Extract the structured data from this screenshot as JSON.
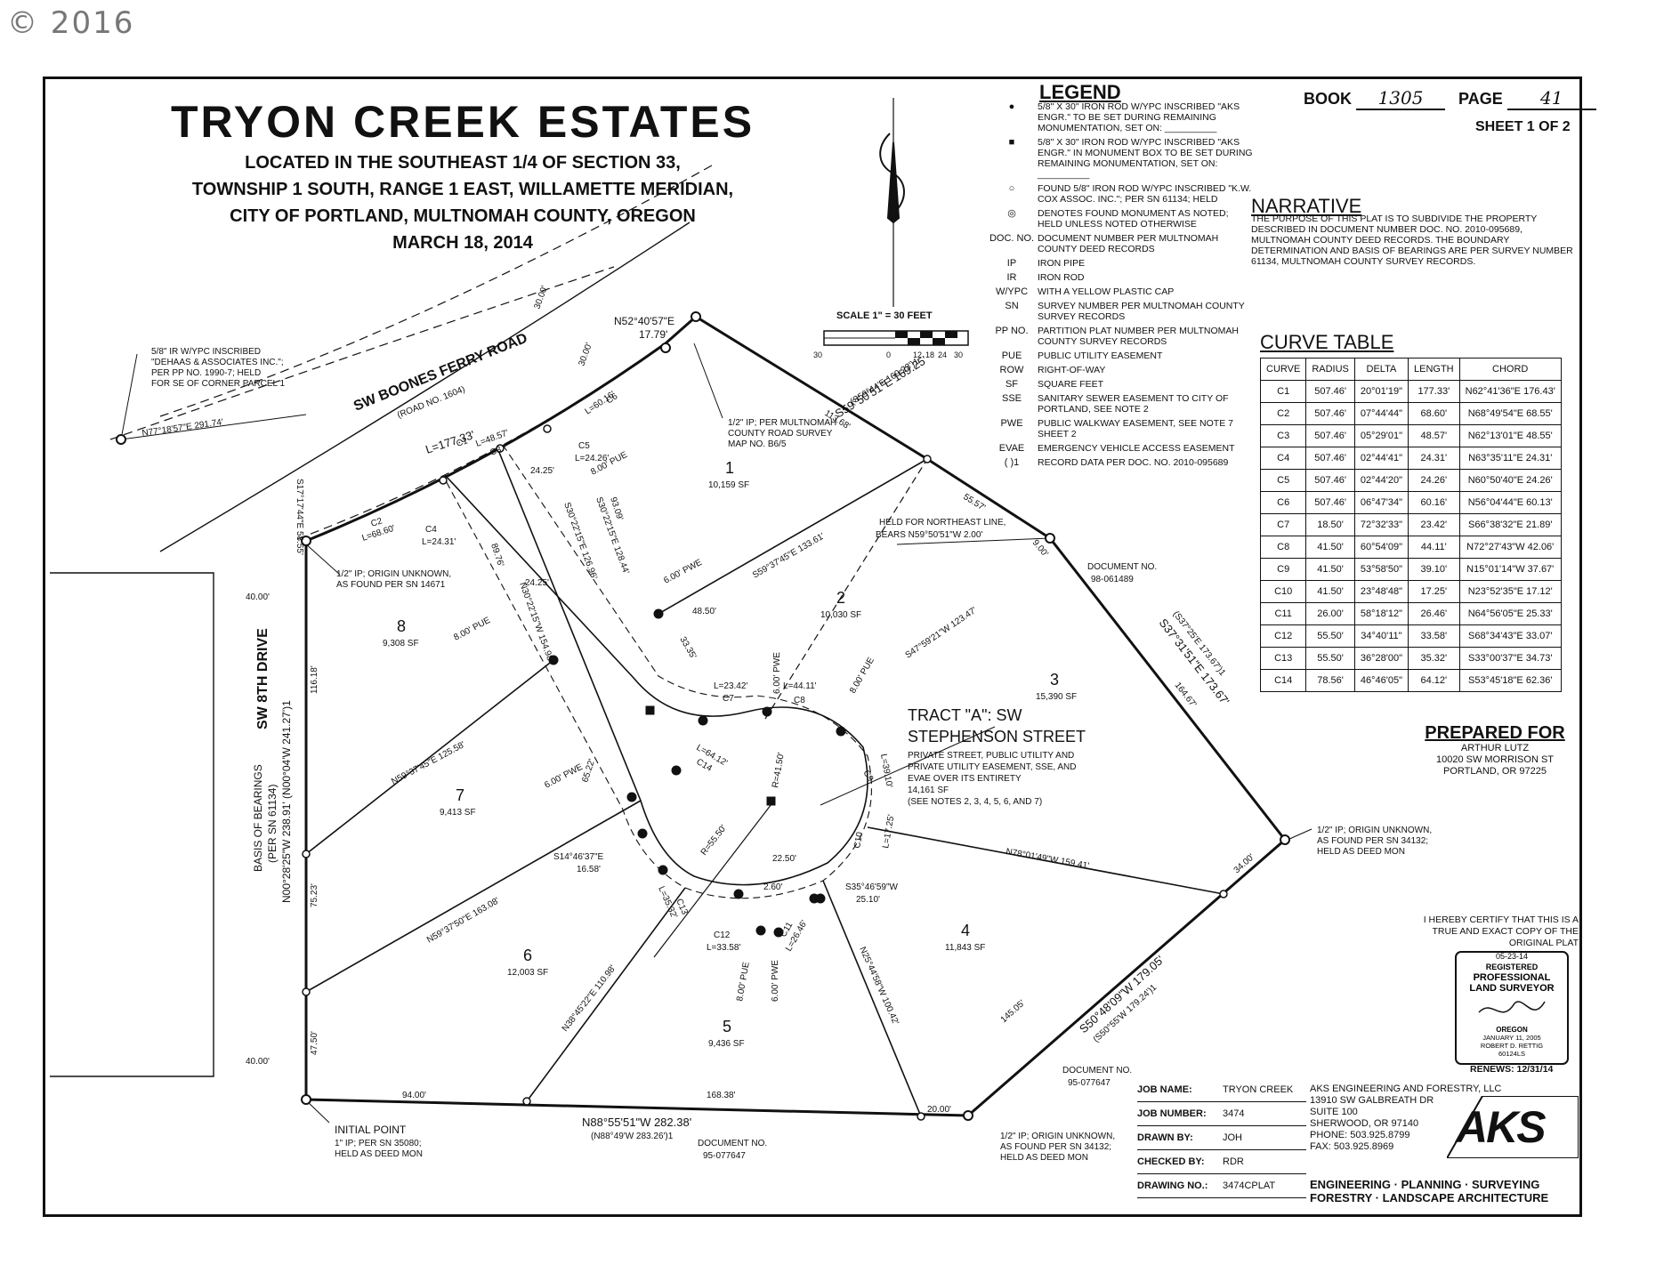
{
  "copyright": "© 2016",
  "title": {
    "main": "TRYON CREEK ESTATES",
    "line1": "LOCATED IN THE SOUTHEAST 1/4 OF SECTION 33,",
    "line2": "TOWNSHIP 1 SOUTH, RANGE 1 EAST, WILLAMETTE MERIDIAN,",
    "line3": "CITY OF PORTLAND, MULTNOMAH COUNTY, OREGON",
    "date": "MARCH 18, 2014"
  },
  "book": {
    "book_label": "BOOK",
    "book_value": "1305",
    "page_label": "PAGE",
    "page_value": "41",
    "sheet": "SHEET 1 OF 2"
  },
  "scale": {
    "label": "SCALE 1\" = 30 FEET",
    "ticks": [
      "30",
      "0",
      "12",
      "18",
      "24",
      "30"
    ]
  },
  "legend": {
    "title": "LEGEND",
    "items": [
      {
        "sym": "●",
        "desc": "5/8\" X 30\" IRON ROD W/YPC INSCRIBED \"AKS ENGR.\" TO BE SET DURING REMAINING MONUMENTATION, SET ON: __________"
      },
      {
        "sym": "■",
        "desc": "5/8\" X 30\" IRON ROD W/YPC INSCRIBED \"AKS ENGR.\" IN MONUMENT BOX TO BE SET DURING REMAINING MONUMENTATION, SET ON: __________"
      },
      {
        "sym": "○",
        "desc": "FOUND 5/8\" IRON ROD W/YPC INSCRIBED \"K.W. COX ASSOC. INC.\"; PER SN 61134; HELD"
      },
      {
        "sym": "◎",
        "desc": "DENOTES FOUND MONUMENT AS NOTED; HELD UNLESS NOTED OTHERWISE"
      },
      {
        "sym": "DOC. NO.",
        "desc": "DOCUMENT NUMBER PER MULTNOMAH COUNTY DEED RECORDS"
      },
      {
        "sym": "IP",
        "desc": "IRON PIPE"
      },
      {
        "sym": "IR",
        "desc": "IRON ROD"
      },
      {
        "sym": "W/YPC",
        "desc": "WITH A YELLOW PLASTIC CAP"
      },
      {
        "sym": "SN",
        "desc": "SURVEY NUMBER PER MULTNOMAH COUNTY SURVEY RECORDS"
      },
      {
        "sym": "PP NO.",
        "desc": "PARTITION PLAT NUMBER PER MULTNOMAH COUNTY SURVEY RECORDS"
      },
      {
        "sym": "PUE",
        "desc": "PUBLIC UTILITY EASEMENT"
      },
      {
        "sym": "ROW",
        "desc": "RIGHT-OF-WAY"
      },
      {
        "sym": "SF",
        "desc": "SQUARE FEET"
      },
      {
        "sym": "SSE",
        "desc": "SANITARY SEWER EASEMENT TO CITY OF PORTLAND, SEE NOTE 2"
      },
      {
        "sym": "PWE",
        "desc": "PUBLIC WALKWAY EASEMENT, SEE NOTE 7 SHEET 2"
      },
      {
        "sym": "EVAE",
        "desc": "EMERGENCY VEHICLE ACCESS EASEMENT"
      },
      {
        "sym": "( )1",
        "desc": "RECORD DATA PER DOC. NO. 2010-095689"
      }
    ]
  },
  "narrative": {
    "title": "NARRATIVE",
    "text": "THE PURPOSE OF THIS PLAT IS TO SUBDIVIDE THE PROPERTY DESCRIBED IN DOCUMENT NUMBER DOC. NO. 2010-095689, MULTNOMAH COUNTY DEED RECORDS. THE BOUNDARY DETERMINATION AND BASIS OF BEARINGS ARE PER SURVEY NUMBER 61134, MULTNOMAH COUNTY SURVEY RECORDS."
  },
  "curve_table": {
    "title": "CURVE TABLE",
    "headers": [
      "CURVE",
      "RADIUS",
      "DELTA",
      "LENGTH",
      "CHORD"
    ],
    "rows": [
      [
        "C1",
        "507.46'",
        "20°01'19\"",
        "177.33'",
        "N62°41'36\"E 176.43'"
      ],
      [
        "C2",
        "507.46'",
        "07°44'44\"",
        "68.60'",
        "N68°49'54\"E 68.55'"
      ],
      [
        "C3",
        "507.46'",
        "05°29'01\"",
        "48.57'",
        "N62°13'01\"E 48.55'"
      ],
      [
        "C4",
        "507.46'",
        "02°44'41\"",
        "24.31'",
        "N63°35'11\"E 24.31'"
      ],
      [
        "C5",
        "507.46'",
        "02°44'20\"",
        "24.26'",
        "N60°50'40\"E 24.26'"
      ],
      [
        "C6",
        "507.46'",
        "06°47'34\"",
        "60.16'",
        "N56°04'44\"E 60.13'"
      ],
      [
        "C7",
        "18.50'",
        "72°32'33\"",
        "23.42'",
        "S66°38'32\"E 21.89'"
      ],
      [
        "C8",
        "41.50'",
        "60°54'09\"",
        "44.11'",
        "N72°27'43\"W 42.06'"
      ],
      [
        "C9",
        "41.50'",
        "53°58'50\"",
        "39.10'",
        "N15°01'14\"W 37.67'"
      ],
      [
        "C10",
        "41.50'",
        "23°48'48\"",
        "17.25'",
        "N23°52'35\"E 17.12'"
      ],
      [
        "C11",
        "26.00'",
        "58°18'12\"",
        "26.46'",
        "N64°56'05\"E 25.33'"
      ],
      [
        "C12",
        "55.50'",
        "34°40'11\"",
        "33.58'",
        "S68°34'43\"E 33.07'"
      ],
      [
        "C13",
        "55.50'",
        "36°28'00\"",
        "35.32'",
        "S33°00'37\"E 34.73'"
      ],
      [
        "C14",
        "78.56'",
        "46°46'05\"",
        "64.12'",
        "S53°45'18\"E 62.36'"
      ]
    ]
  },
  "prepared": {
    "title": "PREPARED FOR",
    "name": "ARTHUR LUTZ",
    "addr1": "10020 SW MORRISON ST",
    "addr2": "PORTLAND, OR 97225"
  },
  "certify": "I HEREBY CERTIFY THAT THIS IS A TRUE AND EXACT COPY OF THE ORIGINAL PLAT",
  "seal": {
    "line1": "REGISTERED",
    "line2": "PROFESSIONAL",
    "line3": "LAND SURVEYOR",
    "state": "OREGON",
    "date": "JANUARY 11, 2005",
    "name": "ROBERT D. RETTIG",
    "num": "60124LS",
    "renews": "RENEWS: 12/31/14",
    "cert_date": "05-23-14"
  },
  "job": [
    {
      "label": "JOB NAME:",
      "value": "TRYON CREEK"
    },
    {
      "label": "JOB NUMBER:",
      "value": "3474"
    },
    {
      "label": "DRAWN BY:",
      "value": "JOH"
    },
    {
      "label": "CHECKED BY:",
      "value": "RDR"
    },
    {
      "label": "DRAWING NO.:",
      "value": "3474CPLAT"
    }
  ],
  "aks": {
    "company": "AKS ENGINEERING AND FORESTRY, LLC",
    "addr1": "13910 SW GALBREATH DR",
    "addr2": "SUITE 100",
    "addr3": "SHERWOOD, OR 97140",
    "phone": "PHONE: 503.925.8799",
    "fax": "FAX: 503.925.8969",
    "disc1": "ENGINEERING · PLANNING · SURVEYING",
    "disc2": "FORESTRY · LANDSCAPE ARCHITECTURE",
    "logo": "AKS"
  },
  "map": {
    "road": "SW BOONES FERRY ROAD",
    "road_no": "(ROAD NO. 1604)",
    "drive": "SW 8TH DRIVE",
    "basis1": "BASIS OF BEARINGS",
    "basis2": "(PER SN 61134)",
    "basis3": "N00°28'25\"W 238.91' (N00°04'W 241.27')1",
    "tract1": "TRACT \"A\": SW",
    "tract2": "STEPHENSON STREET",
    "tract_desc1": "PRIVATE STREET, PUBLIC UTILITY AND",
    "tract_desc2": "PRIVATE UTILITY EASEMENT, SSE, AND",
    "tract_desc3": "EVAE OVER ITS ENTIRETY",
    "tract_desc4": "14,161 SF",
    "tract_desc5": "(SEE NOTES 2, 3, 4, 5, 6, AND 7)",
    "lots": [
      {
        "num": "1",
        "area": "10,159 SF"
      },
      {
        "num": "2",
        "area": "10,030 SF"
      },
      {
        "num": "3",
        "area": "15,390 SF"
      },
      {
        "num": "4",
        "area": "11,843 SF"
      },
      {
        "num": "5",
        "area": "9,436 SF"
      },
      {
        "num": "6",
        "area": "12,003 SF"
      },
      {
        "num": "7",
        "area": "9,413 SF"
      },
      {
        "num": "8",
        "area": "9,308 SF"
      }
    ],
    "labels": {
      "n52": "N52°40'57\"E",
      "n52d": "17.79'",
      "s59": "S59°50'51\"E 169.25'",
      "s59r": "(S59°44'E 169.23')1",
      "d113": "113.68'",
      "d5557": "55.57'",
      "d900": "9.00'",
      "s37": "S37°31'51\"E 173.67'",
      "s37r": "(S37°25'E 173.67')1",
      "d16467": "164.67'",
      "d3400": "34.00'",
      "s50": "S50°48'09\"W 179.05'",
      "s50r": "(S50°55'W 179.24')1",
      "d14505": "145.05'",
      "n88": "N88°55'51\"W 282.38'",
      "n88r": "(N88°49'W 283.26')1",
      "d9400": "94.00'",
      "d16838": "168.38'",
      "d2000": "20.00'",
      "d4000a": "40.00'",
      "d4000b": "40.00'",
      "d11618": "116.18'",
      "d7523": "75.23'",
      "d4750": "47.50'",
      "n77": "N77°18'57\"E 291.74'",
      "s17": "S17°17'44\"E 58.55'",
      "d3000a": "30.00'",
      "d3000b": "30.00'",
      "l177": "L=177.33'",
      "c1": "C1",
      "c2": "C2",
      "c2l": "L=68.60'",
      "c3": "C3",
      "c3l": "L=48.57'",
      "c4": "C4",
      "c4l": "L=24.31'",
      "c5": "C5",
      "c5l": "L=24.26'",
      "c6": "C6",
      "c6l": "L=60.16'",
      "s59b": "S59°37'45\"E 133.61'",
      "n59a": "N59°37'45\"E 125.58'",
      "n59b": "N59°37'50\"E 163.08'",
      "s47": "S47°59'21\"W 123.47'",
      "n78": "N78°01'49\"W 159.41'",
      "s30a": "S30°22'15\"E 128.44'",
      "s30b": "S30°22'15\"E 126.96'",
      "n30": "N30°22'15\"W 154.98'",
      "d9309": "93.09'",
      "d8976": "89.76'",
      "d2425a": "24.25'",
      "d2425b": "24.25'",
      "d4850": "48.50'",
      "d3335": "33.35'",
      "d6522": "65.22'",
      "pue1": "8.00' PUE",
      "pue2": "8.00' PUE",
      "pue3": "8.00' PUE",
      "pue4": "8.00' PUE",
      "pwe1": "6.00' PWE",
      "pwe2": "6.00' PWE",
      "pwe3": "6.00' PWE",
      "pwe4": "6.00' PWE",
      "c7": "C7",
      "c7l": "L=23.42'",
      "c8": "C8",
      "c8l": "L=44.11'",
      "c9": "C9",
      "c9l": "L=39.10'",
      "c10": "C10",
      "c10l": "L=17.25'",
      "c11": "C11",
      "c11l": "L=26.46'",
      "c12": "C12",
      "c12l": "L=33.58'",
      "c13": "C13",
      "c13l": "L=35.32'",
      "c14": "C14",
      "c14l": "L=64.12'",
      "r4150": "R=41.50'",
      "r5550": "R=55.50'",
      "s14": "S14°46'37\"E",
      "s14d": "16.58'",
      "d2250": "22.50'",
      "d260": "2.60'",
      "s35": "S35°46'59\"W",
      "s35d": "25.10'",
      "n25": "N25°44'58\"W 100.42'",
      "n38": "N38°45'22\"E 110.98'",
      "doc98": "DOCUMENT NO.",
      "doc98n": "98-061489",
      "doc95a": "DOCUMENT NO.",
      "doc95an": "95-077647",
      "doc95b": "DOCUMENT NO.",
      "doc95bn": "95-077647",
      "held1": "HELD FOR NORTHEAST LINE,",
      "held2": "BEARS N59°50'51\"W 2.00'",
      "ipnote1": "1/2\" IP; PER MULTNOMAH",
      "ipnote2": "COUNTY ROAD SURVEY",
      "ipnote3": "MAP NO. B6/5",
      "ir1": "5/8\" IR W/YPC INSCRIBED",
      "ir2": "\"DEHAAS & ASSOCIATES INC.\";",
      "ir3": "PER PP NO. 1990-7; HELD",
      "ir4": "FOR SE OF CORNER PARCEL 1",
      "ip1a": "1/2\" IP; ORIGIN UNKNOWN,",
      "ip1b": "AS FOUND PER SN 14671",
      "ip2a": "1/2\" IP; ORIGIN UNKNOWN,",
      "ip2b": "AS FOUND PER SN 34132;",
      "ip2c": "HELD AS DEED MON",
      "ip3a": "1/2\" IP; ORIGIN UNKNOWN,",
      "ip3b": "AS FOUND PER SN 34132;",
      "ip3c": "HELD AS DEED MON",
      "init1": "INITIAL POINT",
      "init2": "1\" IP; PER SN 35080;",
      "init3": "HELD AS DEED MON"
    }
  }
}
